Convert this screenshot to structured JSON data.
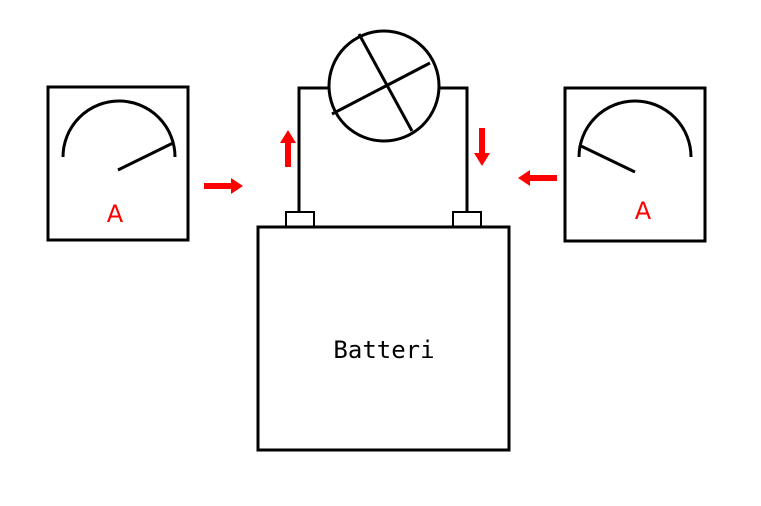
{
  "battery": {
    "label": "Batteri"
  },
  "ammeters": [
    {
      "label": "A"
    },
    {
      "label": "A"
    }
  ],
  "colors": {
    "arrow": "#ff0000",
    "ammeter_label": "#ff0000",
    "outline": "#000000",
    "background": "#ffffff"
  }
}
